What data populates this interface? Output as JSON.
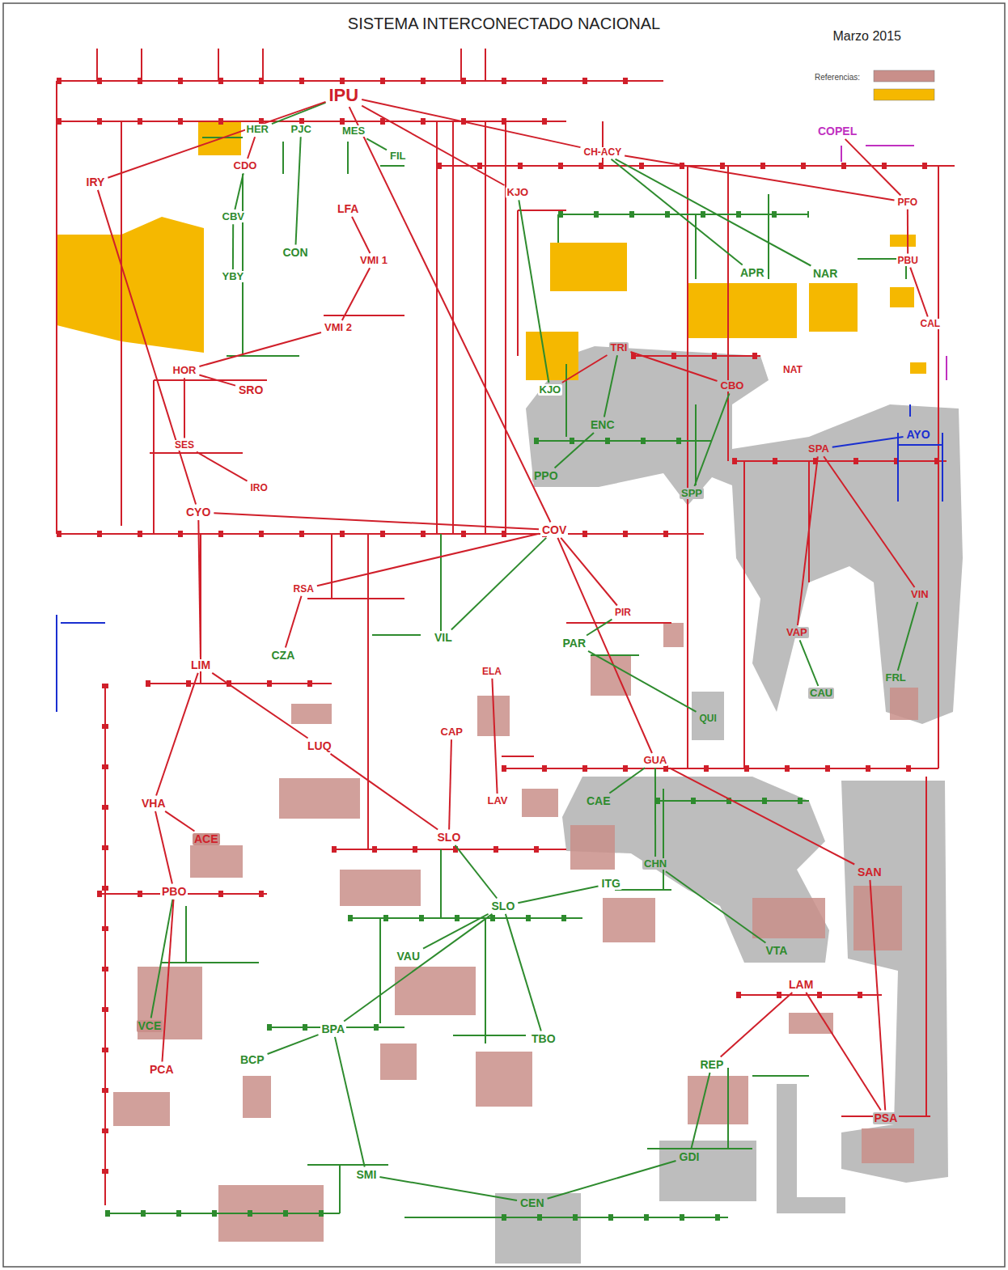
{
  "diagram": {
    "title": "SISTEMA INTERCONECTADO NACIONAL",
    "nodes": [
      {
        "text": [
          "IPU"
        ]
      },
      {
        "text": [
          "HER"
        ]
      },
      {
        "text": [
          "PJC"
        ]
      },
      {
        "text": [
          "MES"
        ]
      },
      {
        "text": [
          "FIL"
        ]
      },
      {
        "text": [
          "COPEL"
        ]
      },
      {
        "text": [
          "CH-ACY"
        ]
      },
      {
        "text": [
          "IRY"
        ]
      },
      {
        "text": [
          "CDO"
        ]
      },
      {
        "text": [
          "LFA"
        ]
      },
      {
        "text": [
          "KJO"
        ]
      },
      {
        "text": [
          "PFO"
        ]
      },
      {
        "text": [
          "CBV"
        ]
      },
      {
        "text": [
          "CON"
        ]
      },
      {
        "text": [
          "VMI 1"
        ]
      },
      {
        "text": [
          "APR"
        ]
      },
      {
        "text": [
          "NAR"
        ]
      },
      {
        "text": [
          "PBU"
        ]
      },
      {
        "text": [
          "YBY"
        ]
      },
      {
        "text": [
          "VMI 2"
        ]
      },
      {
        "text": [
          "CAL"
        ]
      },
      {
        "text": [
          "TRI"
        ]
      },
      {
        "text": [
          "KJO"
        ]
      },
      {
        "text": [
          "NAT"
        ]
      },
      {
        "text": [
          "HOR"
        ]
      },
      {
        "text": [
          "CBO"
        ]
      },
      {
        "text": [
          "SRO"
        ]
      },
      {
        "text": [
          "ENC"
        ]
      },
      {
        "text": [
          "AYO"
        ]
      },
      {
        "text": [
          "SES"
        ]
      },
      {
        "text": [
          "SPA"
        ]
      },
      {
        "text": [
          "PPO"
        ]
      },
      {
        "text": [
          "IRO"
        ]
      },
      {
        "text": [
          "SPP"
        ]
      },
      {
        "text": [
          "CYO"
        ]
      },
      {
        "text": [
          "COV"
        ]
      },
      {
        "text": [
          "RSA"
        ]
      },
      {
        "text": [
          "VIN"
        ]
      },
      {
        "text": [
          "PIR"
        ]
      },
      {
        "text": [
          "VAP"
        ]
      },
      {
        "text": [
          "VIL"
        ]
      },
      {
        "text": [
          "PAR"
        ]
      },
      {
        "text": [
          "CZA"
        ]
      },
      {
        "text": [
          "LIM"
        ]
      },
      {
        "text": [
          "ELA"
        ]
      },
      {
        "text": [
          "FRL"
        ]
      },
      {
        "text": [
          "CAU"
        ]
      },
      {
        "text": [
          "QUI"
        ]
      },
      {
        "text": [
          "LUQ"
        ]
      },
      {
        "text": [
          "CAP"
        ]
      },
      {
        "text": [
          "GUA"
        ]
      },
      {
        "text": [
          "LAV"
        ]
      },
      {
        "text": [
          "CAE"
        ]
      },
      {
        "text": [
          "VHA"
        ]
      },
      {
        "text": [
          "ACE"
        ]
      },
      {
        "text": [
          "SLO"
        ]
      },
      {
        "text": [
          "CHN"
        ]
      },
      {
        "text": [
          "SAN"
        ]
      },
      {
        "text": [
          "ITG"
        ]
      },
      {
        "text": [
          "PBO"
        ]
      },
      {
        "text": [
          "SLO"
        ]
      },
      {
        "text": [
          "VTA"
        ]
      },
      {
        "text": [
          "VAU"
        ]
      },
      {
        "text": [
          "LAM"
        ]
      },
      {
        "text": [
          "VCE"
        ]
      },
      {
        "text": [
          "BPA"
        ]
      },
      {
        "text": [
          "TBO"
        ]
      },
      {
        "text": [
          "BCP"
        ]
      },
      {
        "text": [
          "REP"
        ]
      },
      {
        "text": [
          "PCA"
        ]
      },
      {
        "text": [
          "PSA"
        ]
      },
      {
        "text": [
          "GDI"
        ]
      },
      {
        "text": [
          "SMI"
        ]
      },
      {
        "text": [
          "CEN"
        ]
      }
    ],
    "edges": [
      {
        "from": 0,
        "to": 1,
        "arrow": "none"
      },
      {
        "from": 0,
        "to": 7,
        "arrow": "none"
      },
      {
        "from": 0,
        "to": 6,
        "arrow": "none"
      },
      {
        "from": 0,
        "to": 35,
        "arrow": "none"
      },
      {
        "from": 0,
        "to": 10,
        "arrow": "none"
      },
      {
        "from": 1,
        "to": 8,
        "arrow": "none"
      },
      {
        "from": 8,
        "to": 12,
        "arrow": "none"
      },
      {
        "from": 12,
        "to": 18,
        "arrow": "none"
      },
      {
        "from": 2,
        "to": 13,
        "arrow": "none"
      },
      {
        "from": 3,
        "to": 4,
        "arrow": "none"
      },
      {
        "from": 9,
        "to": 14,
        "arrow": "none"
      },
      {
        "from": 14,
        "to": 19,
        "arrow": "none"
      },
      {
        "from": 19,
        "to": 24,
        "arrow": "none"
      },
      {
        "from": 24,
        "to": 26,
        "arrow": "none"
      },
      {
        "from": 24,
        "to": 29,
        "arrow": "none"
      },
      {
        "from": 29,
        "to": 32,
        "arrow": "none"
      },
      {
        "from": 7,
        "to": 34,
        "arrow": "none"
      },
      {
        "from": 34,
        "to": 35,
        "arrow": "none"
      },
      {
        "from": 34,
        "to": 43,
        "arrow": "none"
      },
      {
        "from": 35,
        "to": 36,
        "arrow": "none"
      },
      {
        "from": 35,
        "to": 40,
        "arrow": "none"
      },
      {
        "from": 35,
        "to": 38,
        "arrow": "none"
      },
      {
        "from": 35,
        "to": 50,
        "arrow": "none"
      },
      {
        "from": 6,
        "to": 15,
        "arrow": "none"
      },
      {
        "from": 6,
        "to": 16,
        "arrow": "none"
      },
      {
        "from": 6,
        "to": 11,
        "arrow": "none"
      },
      {
        "from": 11,
        "to": 17,
        "arrow": "none"
      },
      {
        "from": 17,
        "to": 20,
        "arrow": "none"
      },
      {
        "from": 5,
        "to": 11,
        "arrow": "none"
      },
      {
        "from": 10,
        "to": 22,
        "arrow": "none"
      },
      {
        "from": 22,
        "to": 21,
        "arrow": "none"
      },
      {
        "from": 21,
        "to": 27,
        "arrow": "none"
      },
      {
        "from": 21,
        "to": 25,
        "arrow": "none"
      },
      {
        "from": 25,
        "to": 33,
        "arrow": "none"
      },
      {
        "from": 27,
        "to": 31,
        "arrow": "none"
      },
      {
        "from": 30,
        "to": 28,
        "arrow": "none"
      },
      {
        "from": 30,
        "to": 37,
        "arrow": "none"
      },
      {
        "from": 37,
        "to": 45,
        "arrow": "none"
      },
      {
        "from": 30,
        "to": 39,
        "arrow": "none"
      },
      {
        "from": 39,
        "to": 46,
        "arrow": "none"
      },
      {
        "from": 38,
        "to": 41,
        "arrow": "none"
      },
      {
        "from": 41,
        "to": 47,
        "arrow": "none"
      },
      {
        "from": 43,
        "to": 53,
        "arrow": "none"
      },
      {
        "from": 43,
        "to": 48,
        "arrow": "none"
      },
      {
        "from": 42,
        "to": 36,
        "arrow": "none"
      },
      {
        "from": 53,
        "to": 54,
        "arrow": "none"
      },
      {
        "from": 53,
        "to": 59,
        "arrow": "none"
      },
      {
        "from": 48,
        "to": 55,
        "arrow": "none"
      },
      {
        "from": 55,
        "to": 60,
        "arrow": "none"
      },
      {
        "from": 49,
        "to": 55,
        "arrow": "none"
      },
      {
        "from": 44,
        "to": 51,
        "arrow": "none"
      },
      {
        "from": 50,
        "to": 52,
        "arrow": "none"
      },
      {
        "from": 50,
        "to": 56,
        "arrow": "none"
      },
      {
        "from": 50,
        "to": 57,
        "arrow": "none"
      },
      {
        "from": 56,
        "to": 61,
        "arrow": "none"
      },
      {
        "from": 60,
        "to": 58,
        "arrow": "none"
      },
      {
        "from": 60,
        "to": 62,
        "arrow": "none"
      },
      {
        "from": 60,
        "to": 66,
        "arrow": "none"
      },
      {
        "from": 60,
        "to": 65,
        "arrow": "none"
      },
      {
        "from": 59,
        "to": 64,
        "arrow": "none"
      },
      {
        "from": 59,
        "to": 69,
        "arrow": "none"
      },
      {
        "from": 65,
        "to": 67,
        "arrow": "none"
      },
      {
        "from": 65,
        "to": 72,
        "arrow": "none"
      },
      {
        "from": 72,
        "to": 73,
        "arrow": "none"
      },
      {
        "from": 73,
        "to": 71,
        "arrow": "none"
      },
      {
        "from": 71,
        "to": 68,
        "arrow": "none"
      },
      {
        "from": 68,
        "to": 63,
        "arrow": "none"
      },
      {
        "from": 63,
        "to": 70,
        "arrow": "none"
      },
      {
        "from": 57,
        "to": 70,
        "arrow": "none"
      }
    ],
    "labels": [
      "Marzo 2015",
      "Referencias:"
    ]
  }
}
